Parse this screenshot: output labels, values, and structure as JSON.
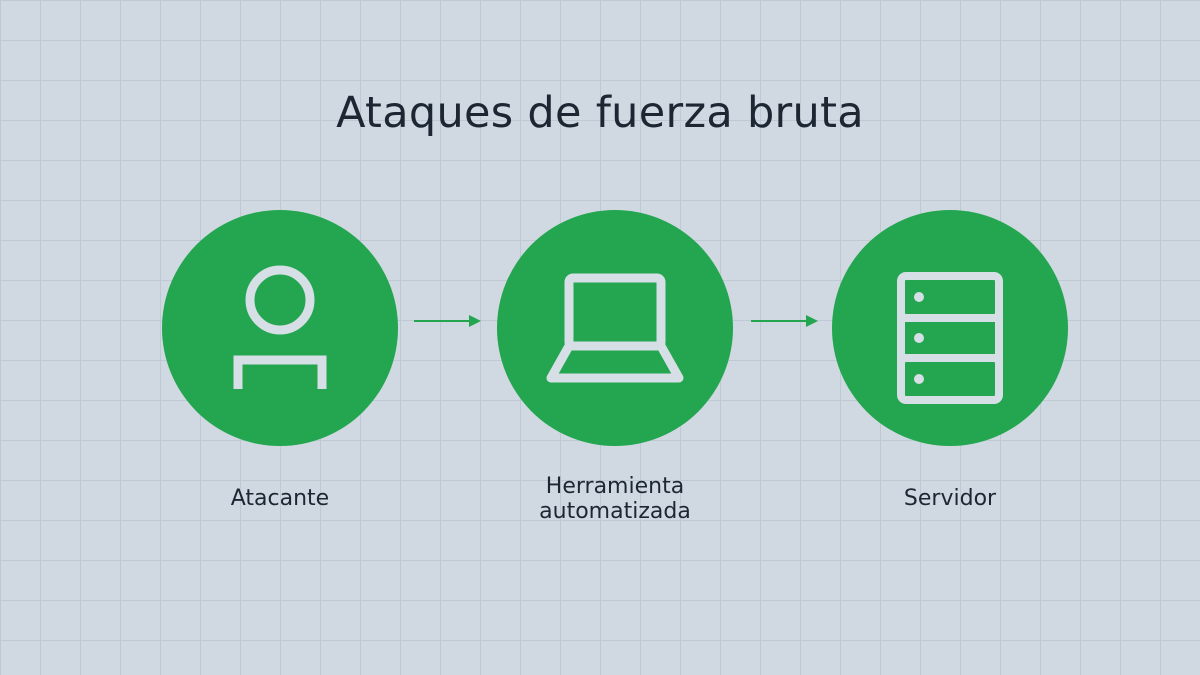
{
  "title": "Ataques de fuerza bruta",
  "colors": {
    "node_fill": "#23a64f",
    "icon_stroke": "#d6dee6",
    "arrow": "#23a64f",
    "background": "#d0d9e2",
    "text": "#1c2733"
  },
  "nodes": [
    {
      "icon": "user-icon",
      "label_lines": [
        "Atacante"
      ]
    },
    {
      "icon": "laptop-icon",
      "label_lines": [
        "Herramienta",
        "automatizada"
      ]
    },
    {
      "icon": "server-icon",
      "label_lines": [
        "Servidor"
      ]
    }
  ]
}
